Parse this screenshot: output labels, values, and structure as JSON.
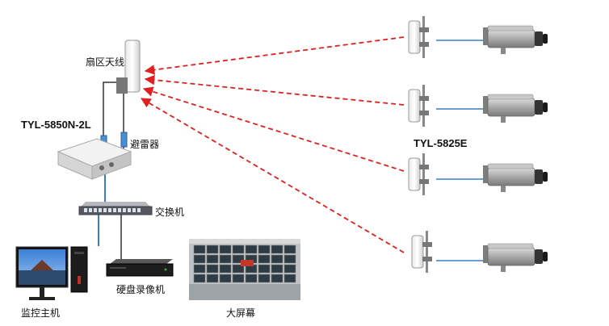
{
  "labels": {
    "sector_antenna": "扇区天线",
    "base_model": "TYL-5850N-2L",
    "arrester": "避雷器",
    "switch": "交换机",
    "client_model": "TYL-5825E",
    "nvr": "硬盘录像机",
    "monitor_host": "监控主机",
    "big_screen": "大屏幕"
  },
  "colors": {
    "wireless_link": "#e02020",
    "cable_blue": "#3a7fc4",
    "cable_dark": "#333333"
  },
  "icons": [
    "sector-antenna-icon",
    "ap-unit-icon",
    "lightning-arrester-icon",
    "network-switch-icon",
    "cpe-icon",
    "camera-icon",
    "nvr-icon",
    "pc-monitor-icon",
    "pc-tower-icon",
    "video-wall-icon"
  ]
}
